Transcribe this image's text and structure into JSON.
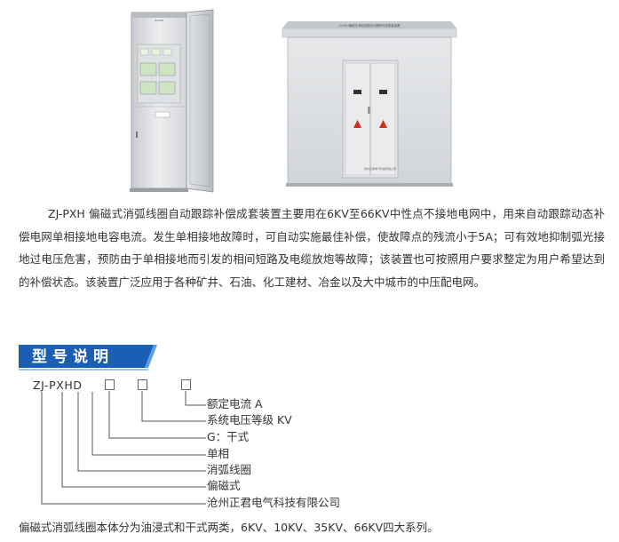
{
  "photos": {
    "cabinet": {
      "header_text": "ZJ-PXH"
    },
    "box": {
      "header_text": "ZJ-PXH偏磁式消弧线圈自动跟踪补偿成套装置",
      "company_text": "沧州正君电气科技有限公司"
    }
  },
  "description": "ZJ-PXH 偏磁式消弧线圈自动跟踪补偿成套装置主要用在6KV至66KV中性点不接地电网中，用来自动跟踪动态补偿电网单相接地电容电流。发生单相接地故障时，可自动实施最佳补偿，使故障点的残流小于5A；可有效地抑制弧光接地过电压危害，预防由于单相接地而引发的相间短路及电缆放炮等故障；该装置也可按照用户要求整定为用户希望达到的补偿状态。该装置广泛应用于各种矿井、石油、化工建材、冶金以及大中城市的中压配电网。",
  "section": {
    "title": "型号说明"
  },
  "model": {
    "code": "ZJ-PXHD",
    "labels": [
      "额定电流 A",
      "系统电压等级 KV",
      "G：干式",
      "单相",
      "消弧线圈",
      "偏磁式",
      "沧州正君电气科技有限公司"
    ]
  },
  "footer": "偏磁式消弧线圈本体分为油浸式和干式两类，6KV、10KV、35KV、66KV四大系列。",
  "colors": {
    "header_blue": "#1a5fb4",
    "header_light": "#5aa0e6",
    "warning_red": "#d42a20"
  }
}
